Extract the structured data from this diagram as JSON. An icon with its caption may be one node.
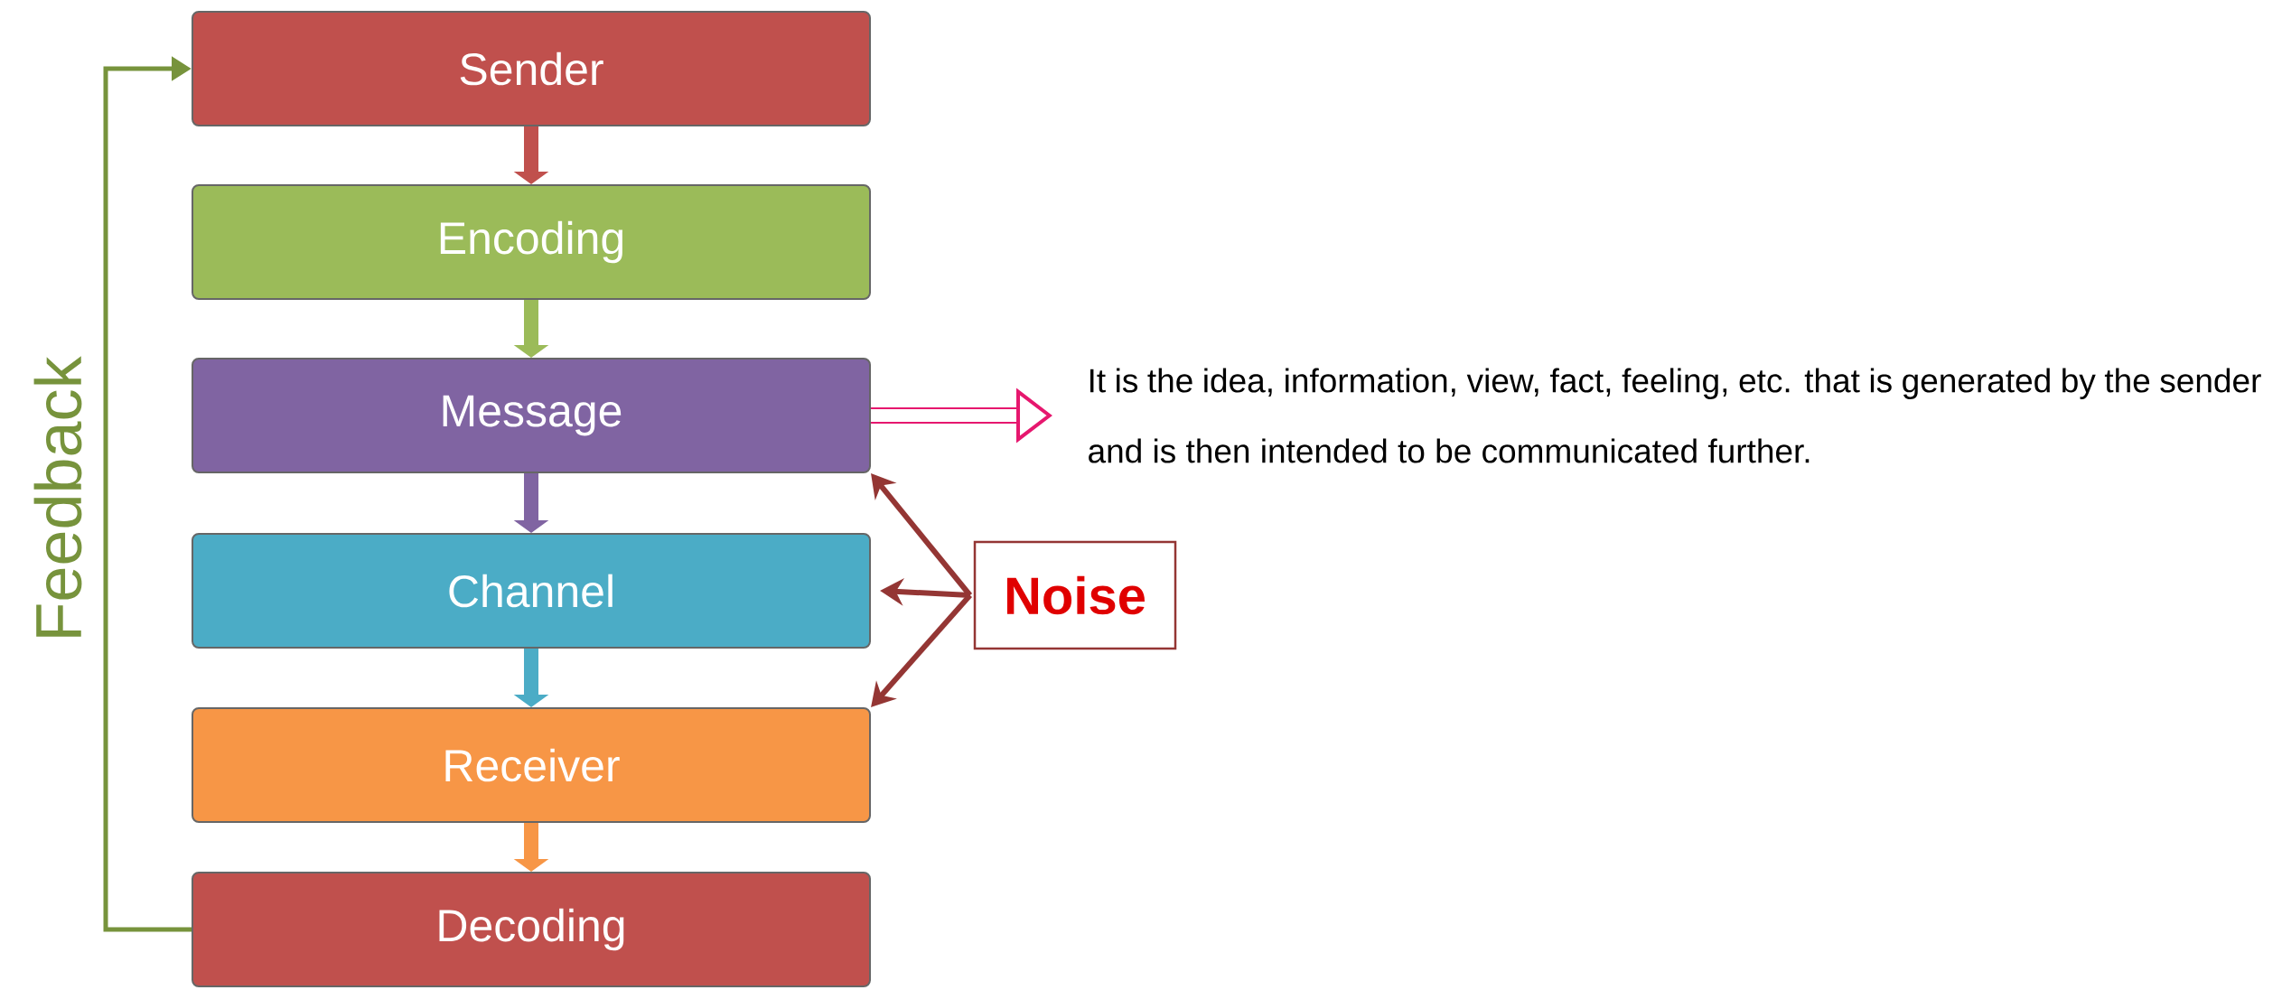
{
  "diagram": {
    "nodes": [
      {
        "text": [
          "Sender"
        ]
      },
      {
        "text": [
          "Encoding"
        ]
      },
      {
        "text": [
          "Message"
        ]
      },
      {
        "text": [
          "Channel"
        ]
      },
      {
        "text": [
          "Receiver"
        ]
      },
      {
        "text": [
          "Decoding"
        ]
      },
      {
        "text": [
          "It is the idea, information, view, fact, feeling, etc. that is generated by the sender and is then intended to be communicated further."
        ]
      },
      {
        "text": [
          "Noise"
        ]
      }
    ],
    "edges": [
      {
        "from": 0,
        "to": 1,
        "arrow": "to",
        "color": "#c0504d"
      },
      {
        "from": 1,
        "to": 2,
        "arrow": "to",
        "color": "#9bbb59"
      },
      {
        "from": 2,
        "to": 3,
        "arrow": "to",
        "color": "#8064a2"
      },
      {
        "from": 3,
        "to": 4,
        "arrow": "to",
        "color": "#4bacc6"
      },
      {
        "from": 4,
        "to": 5,
        "arrow": "to",
        "color": "#f79646"
      },
      {
        "from": 5,
        "to": 0,
        "arrow": "to",
        "label": "Feedback",
        "color": "#77933c"
      },
      {
        "from": 2,
        "to": 6,
        "arrow": "to",
        "color": "#e6176e"
      },
      {
        "from": 7,
        "to": 2,
        "arrow": "to",
        "color": "#943634"
      },
      {
        "from": 7,
        "to": 3,
        "arrow": "to",
        "color": "#943634"
      },
      {
        "from": 7,
        "to": 4,
        "arrow": "to",
        "color": "#943634"
      }
    ]
  }
}
